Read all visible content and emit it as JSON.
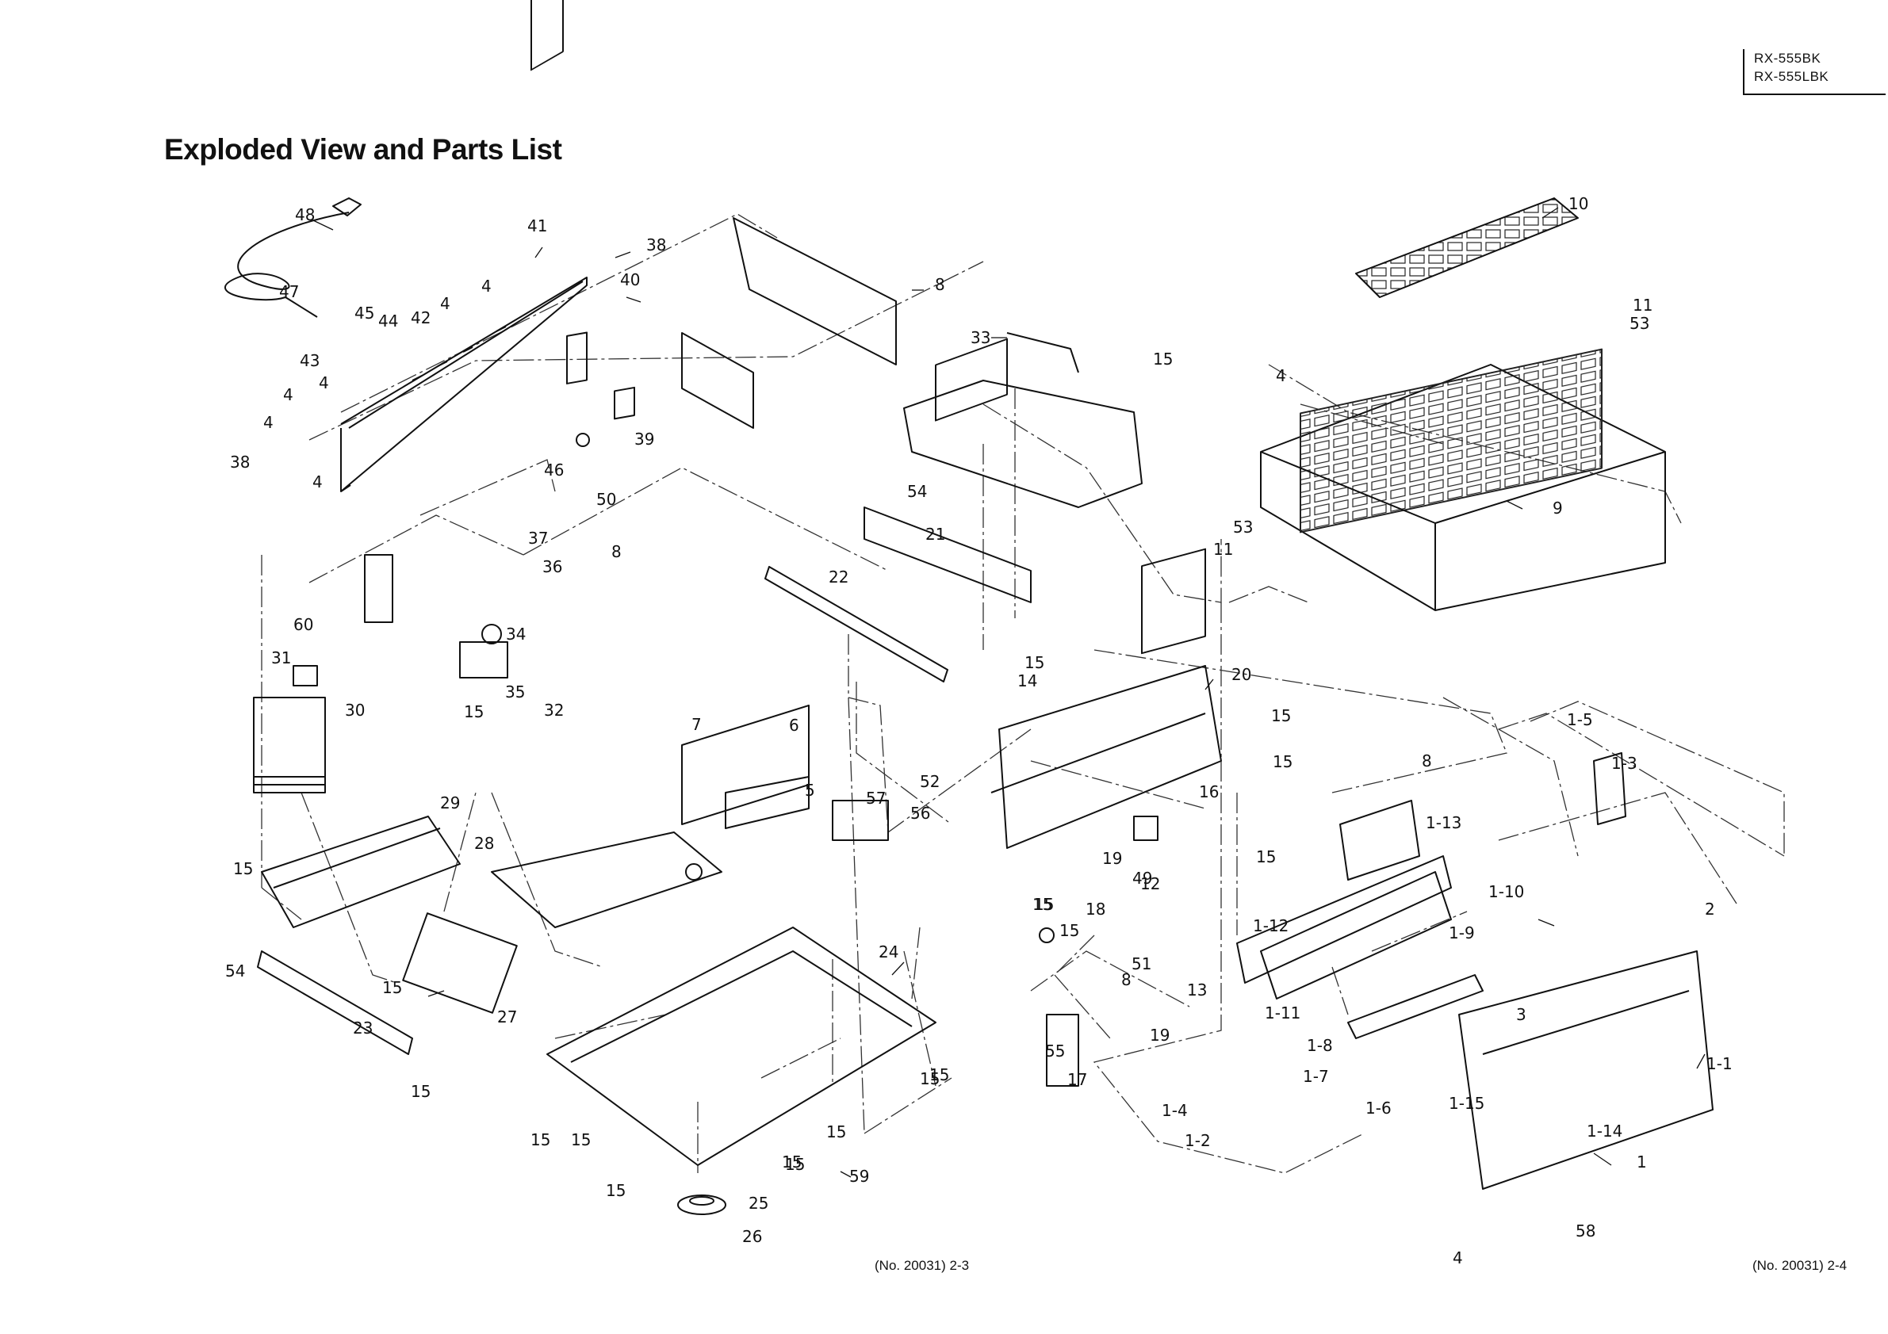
{
  "header": {
    "models": [
      "RX-555BK",
      "RX-555LBK"
    ],
    "title": "Exploded View and Parts List"
  },
  "footer": {
    "left": "(No. 20031) 2-3",
    "right": "(No. 20031) 2-4"
  },
  "diagram": {
    "callouts": [
      "48",
      "41",
      "38",
      "4",
      "40",
      "47",
      "45",
      "44",
      "42",
      "4",
      "43",
      "4",
      "4",
      "4",
      "38",
      "4",
      "46",
      "39",
      "50",
      "37",
      "36",
      "8",
      "34",
      "35",
      "32",
      "31",
      "30",
      "60",
      "15",
      "29",
      "28",
      "15",
      "54",
      "23",
      "15",
      "10",
      "11",
      "53",
      "4",
      "9",
      "53",
      "11",
      "33",
      "15",
      "8",
      "54",
      "21",
      "22",
      "15",
      "14",
      "20",
      "15",
      "15",
      "6",
      "7",
      "5",
      "57",
      "52",
      "56",
      "15",
      "15",
      "16",
      "12",
      "8",
      "19",
      "49",
      "15",
      "18",
      "15",
      "1-5",
      "1-3",
      "1-13",
      "1-10",
      "1-12",
      "1-9",
      "51",
      "8",
      "13",
      "1-11",
      "1-8",
      "1-7",
      "1-6",
      "3",
      "2",
      "1-1",
      "1-15",
      "1-14",
      "1",
      "55",
      "17",
      "19",
      "1-4",
      "1-2",
      "58",
      "4",
      "24",
      "27",
      "15",
      "15",
      "15",
      "15",
      "15",
      "15",
      "15",
      "59",
      "25",
      "26",
      "15",
      "15"
    ]
  }
}
